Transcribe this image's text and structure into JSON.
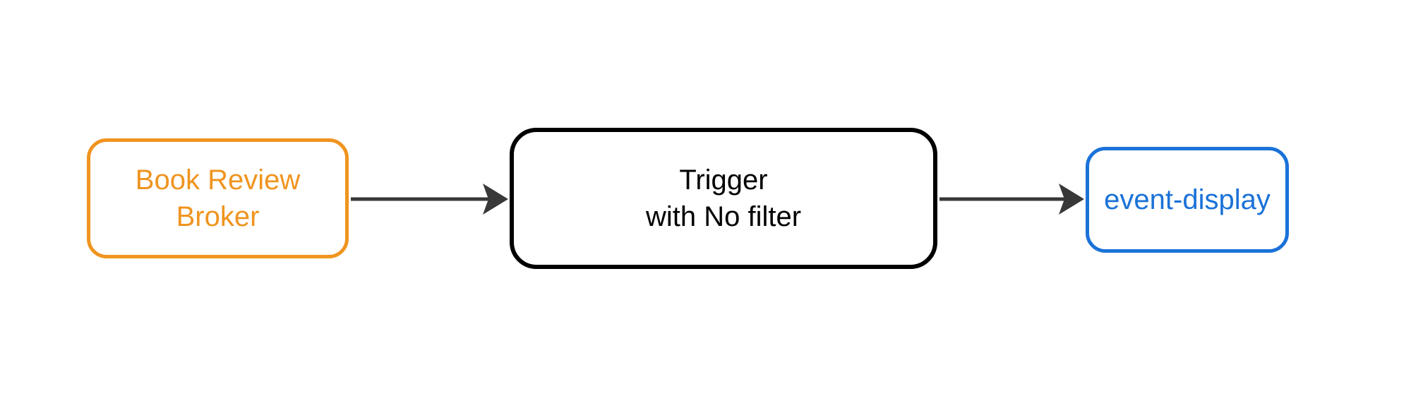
{
  "diagram": {
    "background_color": "#ffffff",
    "nodes": [
      {
        "id": "book-review-broker",
        "lines": [
          "Book Review",
          "Broker"
        ],
        "color": "#F0941F"
      },
      {
        "id": "trigger",
        "lines": [
          "Trigger",
          "with No filter"
        ],
        "color": "#000000"
      },
      {
        "id": "event-display",
        "lines": [
          "event-display"
        ],
        "color": "#1A72D8"
      }
    ],
    "edges": [
      {
        "from": "book-review-broker",
        "to": "trigger",
        "color": "#383838"
      },
      {
        "from": "trigger",
        "to": "event-display",
        "color": "#383838"
      }
    ]
  }
}
